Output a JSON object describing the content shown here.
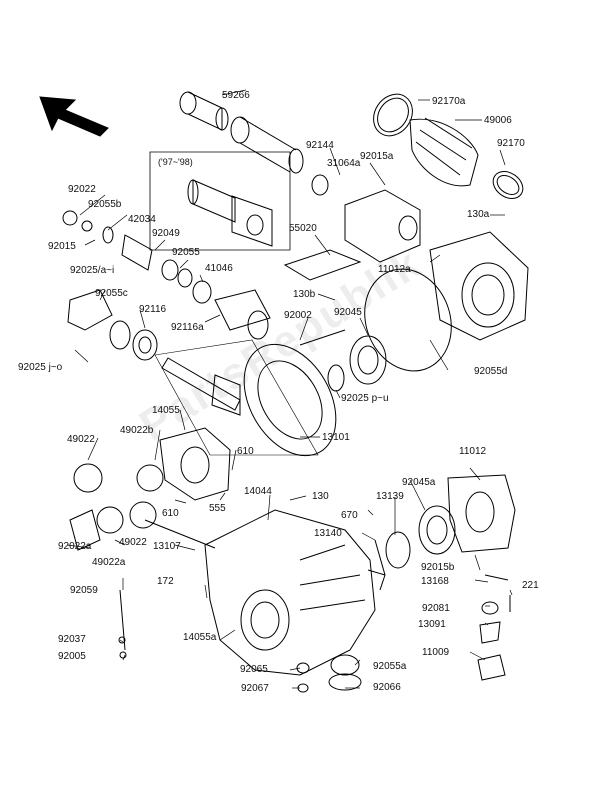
{
  "watermark": "PartsRepublik",
  "note_years": "('97~'98)",
  "labels": {
    "l59266": "59266",
    "l92170a": "92170a",
    "l49006": "49006",
    "l92170": "92170",
    "l92144": "92144",
    "l31064a": "31064a",
    "l92015a": "92015a",
    "l130a": "130a",
    "l92022": "92022",
    "l92055b": "92055b",
    "l42034": "42034",
    "l92015": "92015",
    "l92049": "92049",
    "l92055": "92055",
    "l41046": "41046",
    "l92025ai": "92025/a~i",
    "l55020": "55020",
    "l11012a": "11012a",
    "l92055c": "92055c",
    "l92116": "92116",
    "l130b": "130b",
    "l92116a": "92116a",
    "l92002": "92002",
    "l92045": "92045",
    "l92025jo": "92025 j~o",
    "l92055d": "92055d",
    "l92025pu": "92025 p~u",
    "l14055": "14055",
    "l49022": "49022",
    "l49022b": "49022b",
    "l13101": "13101",
    "l610a": "610",
    "l11012": "11012",
    "l610b": "610",
    "l14044": "14044",
    "l130": "130",
    "l92045a": "92045a",
    "l555": "555",
    "l670": "670",
    "l13139": "13139",
    "l49022c": "49022",
    "l13140": "13140",
    "l92022a": "92022a",
    "l49022a": "49022a",
    "l13107": "13107",
    "l92015b": "92015b",
    "l13168": "13168",
    "l92059": "92059",
    "l172": "172",
    "l221": "221",
    "l92081": "92081",
    "l13091": "13091",
    "l92037": "92037",
    "l14055a": "14055a",
    "l92005": "92005",
    "l11009": "11009",
    "l92065": "92065",
    "l92055a": "92055a",
    "l92067": "92067",
    "l92066": "92066"
  }
}
